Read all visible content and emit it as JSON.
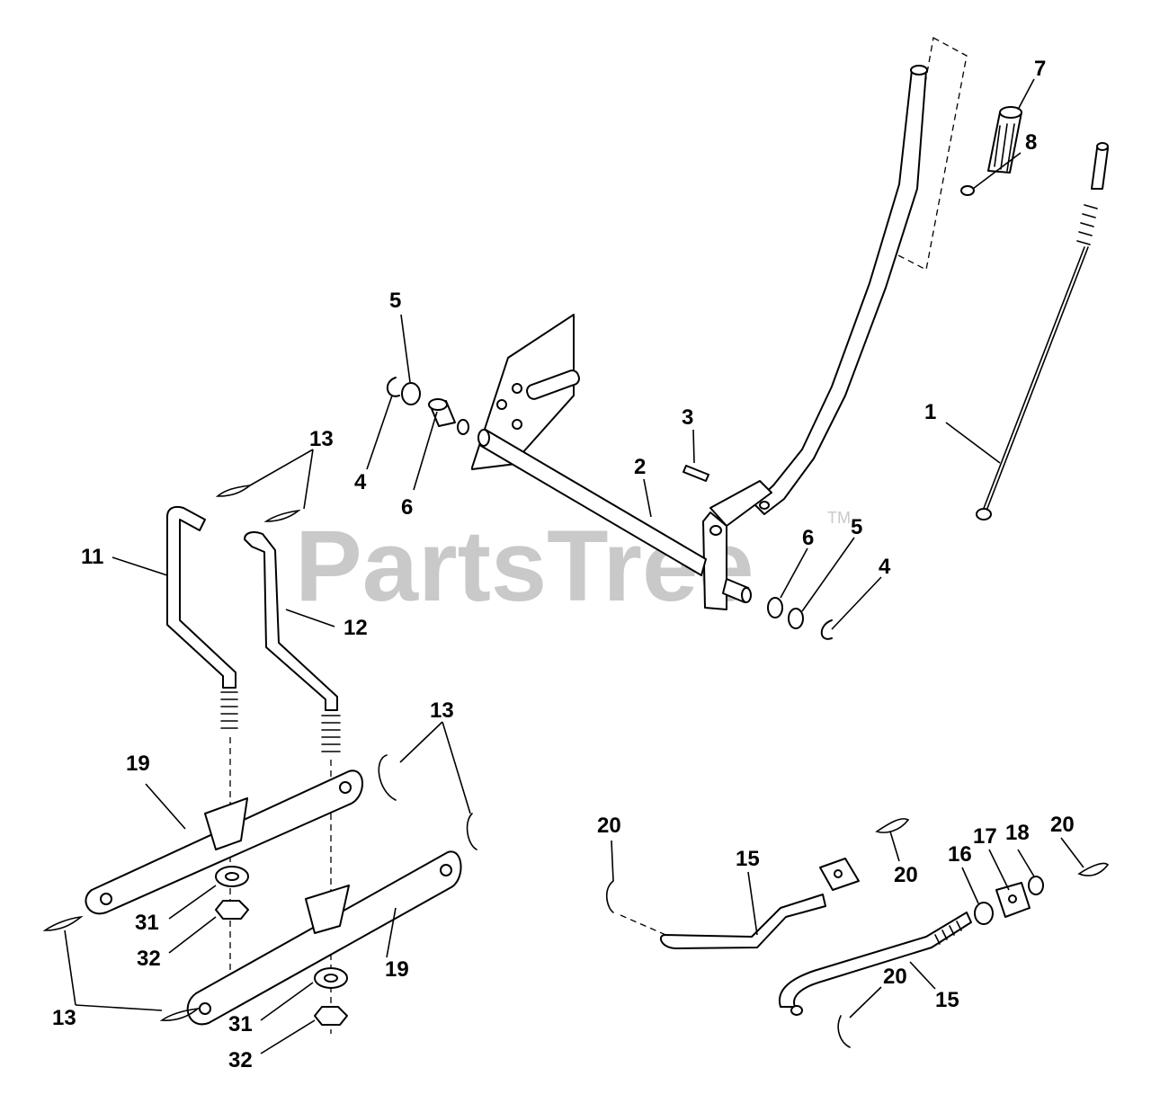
{
  "watermark": {
    "text": "PartsTree",
    "trademark": "TM"
  },
  "callouts": [
    {
      "id": "c-7a",
      "label": "7"
    },
    {
      "id": "c-8",
      "label": "8"
    },
    {
      "id": "c-5a",
      "label": "5"
    },
    {
      "id": "c-4a",
      "label": "4"
    },
    {
      "id": "c-6a",
      "label": "6"
    },
    {
      "id": "c-3",
      "label": "3"
    },
    {
      "id": "c-2",
      "label": "2"
    },
    {
      "id": "c-1",
      "label": "1"
    },
    {
      "id": "c-13a",
      "label": "13"
    },
    {
      "id": "c-11",
      "label": "11"
    },
    {
      "id": "c-12",
      "label": "12"
    },
    {
      "id": "c-6b",
      "label": "6"
    },
    {
      "id": "c-5b",
      "label": "5"
    },
    {
      "id": "c-4b",
      "label": "4"
    },
    {
      "id": "c-13b",
      "label": "13"
    },
    {
      "id": "c-19a",
      "label": "19"
    },
    {
      "id": "c-31a",
      "label": "31"
    },
    {
      "id": "c-32a",
      "label": "32"
    },
    {
      "id": "c-19b",
      "label": "19"
    },
    {
      "id": "c-13c",
      "label": "13"
    },
    {
      "id": "c-31b",
      "label": "31"
    },
    {
      "id": "c-32b",
      "label": "32"
    },
    {
      "id": "c-20a",
      "label": "20"
    },
    {
      "id": "c-15a",
      "label": "15"
    },
    {
      "id": "c-20b",
      "label": "20"
    },
    {
      "id": "c-16",
      "label": "16"
    },
    {
      "id": "c-17",
      "label": "17"
    },
    {
      "id": "c-18",
      "label": "18"
    },
    {
      "id": "c-20c",
      "label": "20"
    },
    {
      "id": "c-20d",
      "label": "20"
    },
    {
      "id": "c-15b",
      "label": "15"
    }
  ]
}
